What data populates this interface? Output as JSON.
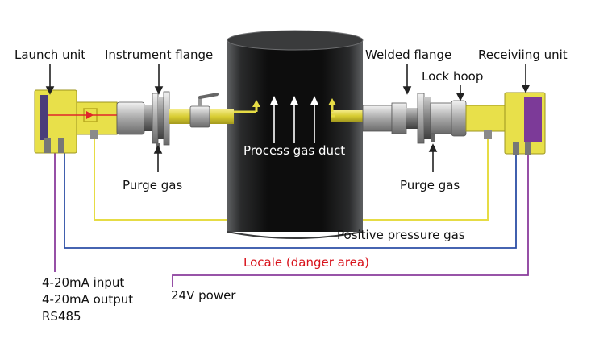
{
  "labels": {
    "launch_unit": "Launch unit",
    "instrument_flange": "Instrument flange",
    "welded_flange": "Welded flange",
    "receiving_unit": "Receiviing unit",
    "lock_hoop": "Lock hoop",
    "process_gas_duct": "Process gas duct",
    "purge_gas_left": "Purge gas",
    "purge_gas_right": "Purge gas",
    "positive_pressure_gas": "Positive pressure gas",
    "locale": "Locale (danger area)",
    "io_lines": [
      "4-20mA input",
      "4-20mA output",
      "RS485"
    ],
    "power": "24V power"
  },
  "colors": {
    "unit_yellow": "#e8e04a",
    "pipe_yellow": "#e6dc45",
    "duct_dark": "#1a1a1a",
    "laser_red": "#e0262a",
    "line_yellow": "#e6dc45",
    "line_blue": "#2c4fa6",
    "line_purple": "#8a3c9c",
    "locale_red": "#d8121b",
    "receiver_purple": "#7c3a98"
  }
}
